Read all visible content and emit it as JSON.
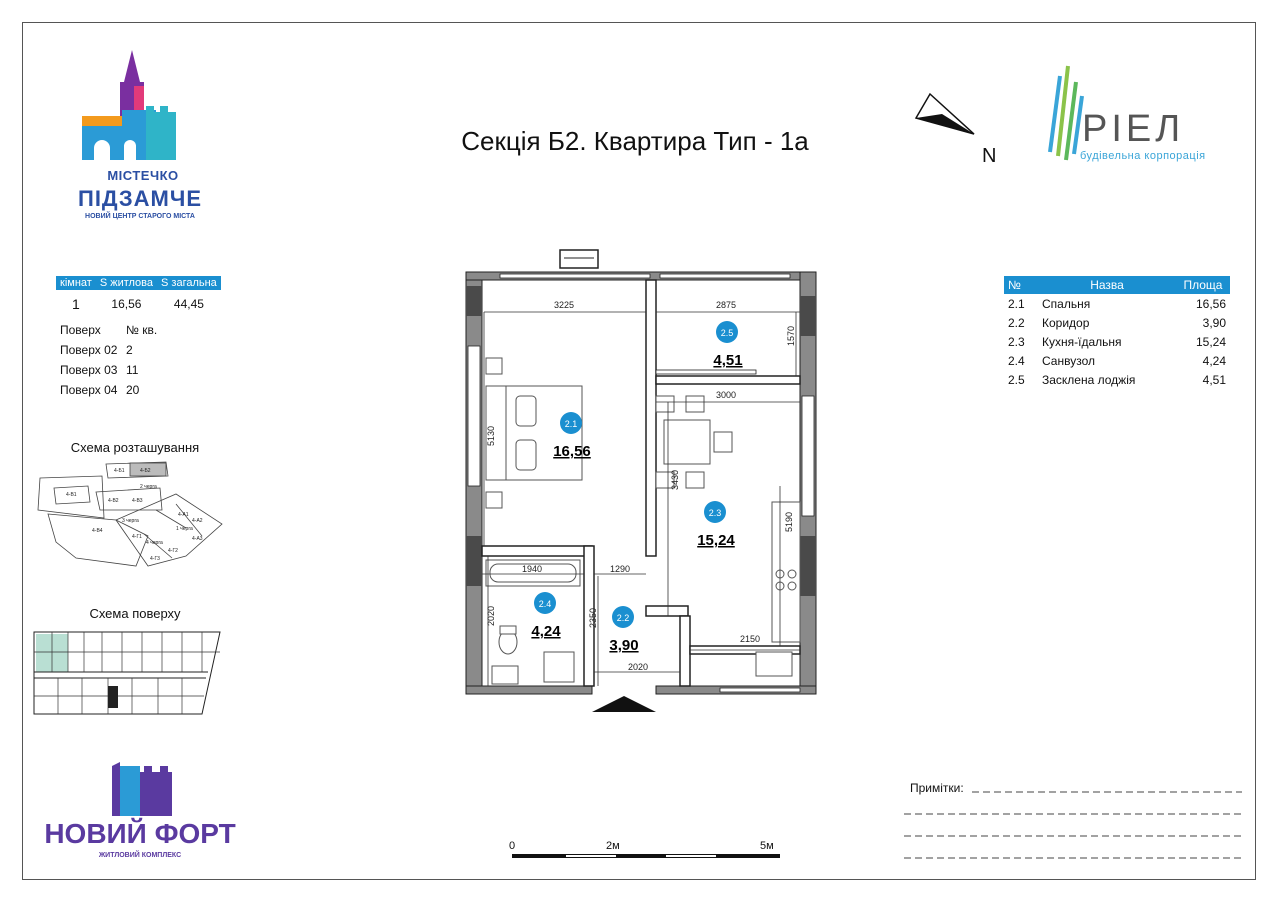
{
  "title": "Секція Б2. Квартира Тип - 1а",
  "logo_left": {
    "line1": "МІСТЕЧКО",
    "line2": "ПІДЗАМЧЕ",
    "line3": "НОВИЙ ЦЕНТР СТАРОГО МІСТА"
  },
  "logo_right": {
    "name": "РІЕЛ",
    "subtitle": "будівельна корпорація"
  },
  "logo_bottom": {
    "name": "НОВИЙ ФОРТ",
    "subtitle": "ЖИТЛОВИЙ КОМПЛЕКС"
  },
  "north_label": "N",
  "summary": {
    "headers": [
      "кімнат",
      "S житлова",
      "S загальна"
    ],
    "values": [
      "1",
      "16,56",
      "44,45"
    ]
  },
  "floors": {
    "header": [
      "Поверх",
      "№ кв."
    ],
    "rows": [
      [
        "Поверх 02",
        "2"
      ],
      [
        "Поверх 03",
        "11"
      ],
      [
        "Поверх 04",
        "20"
      ]
    ]
  },
  "location_scheme_label": "Схема розташування",
  "location_labels": [
    "4-Б1",
    "4-Б2",
    "4-В1",
    "4-В2",
    "4-В3",
    "2 черга",
    "3 черга",
    "4-В4",
    "4-Г1",
    "4 черга",
    "4-Г2",
    "4-Г3",
    "4-А1",
    "4-А2",
    "4-А3",
    "1 черга"
  ],
  "floor_scheme_label": "Схема поверху",
  "rooms_table": {
    "headers": [
      "№",
      "Назва",
      "Площа"
    ],
    "rows": [
      [
        "2.1",
        "Спальня",
        "16,56"
      ],
      [
        "2.2",
        "Коридор",
        "3,90"
      ],
      [
        "2.3",
        "Кухня-їдальня",
        "15,24"
      ],
      [
        "2.4",
        "Санвузол",
        "4,24"
      ],
      [
        "2.5",
        "Засклена лоджія",
        "4,51"
      ]
    ]
  },
  "plan": {
    "rooms": [
      {
        "id": "2.1",
        "area": "16,56"
      },
      {
        "id": "2.5",
        "area": "4,51"
      },
      {
        "id": "2.3",
        "area": "15,24"
      },
      {
        "id": "2.4",
        "area": "4,24"
      },
      {
        "id": "2.2",
        "area": "3,90"
      }
    ],
    "dims": [
      "3225",
      "2875",
      "1570",
      "3000",
      "5130",
      "3430",
      "5190",
      "1940",
      "1290",
      "2020",
      "2350",
      "2020",
      "2150"
    ]
  },
  "notes_label": "Примітки:",
  "scale": [
    "0",
    "2м",
    "5м"
  ],
  "colors": {
    "accent": "#1a8fd0",
    "wall": "#555555"
  }
}
